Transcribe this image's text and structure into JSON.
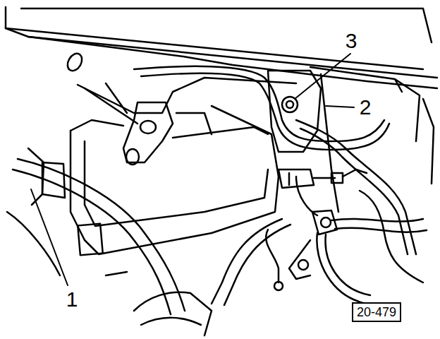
{
  "diagram": {
    "labels": [
      "3",
      "2",
      "1",
      "20-479"
    ]
  }
}
